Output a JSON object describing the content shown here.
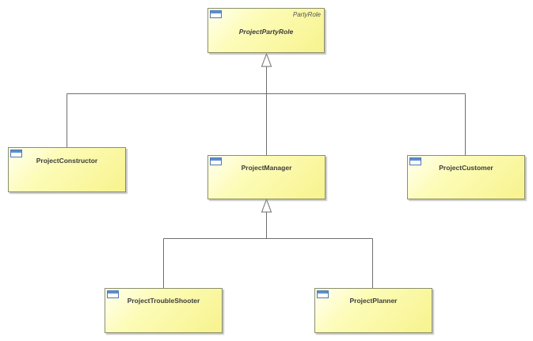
{
  "classes": {
    "project_party_role": {
      "name": "ProjectPartyRole",
      "stereotype": "PartyRole",
      "abstract": true
    },
    "project_constructor": {
      "name": "ProjectConstructor"
    },
    "project_manager": {
      "name": "ProjectManager"
    },
    "project_customer": {
      "name": "ProjectCustomer"
    },
    "project_trouble_shooter": {
      "name": "ProjectTroubleShooter"
    },
    "project_planner": {
      "name": "ProjectPlanner"
    }
  },
  "relationships": [
    {
      "type": "generalization",
      "from": "ProjectConstructor",
      "to": "ProjectPartyRole"
    },
    {
      "type": "generalization",
      "from": "ProjectManager",
      "to": "ProjectPartyRole"
    },
    {
      "type": "generalization",
      "from": "ProjectCustomer",
      "to": "ProjectPartyRole"
    },
    {
      "type": "generalization",
      "from": "ProjectTroubleShooter",
      "to": "ProjectManager"
    },
    {
      "type": "generalization",
      "from": "ProjectPlanner",
      "to": "ProjectManager"
    }
  ],
  "colors": {
    "class_fill": "#fdfcb8",
    "class_border": "#8a8f6a",
    "connector": "#6e6e6e",
    "icon_blue": "#5b8fd0"
  }
}
